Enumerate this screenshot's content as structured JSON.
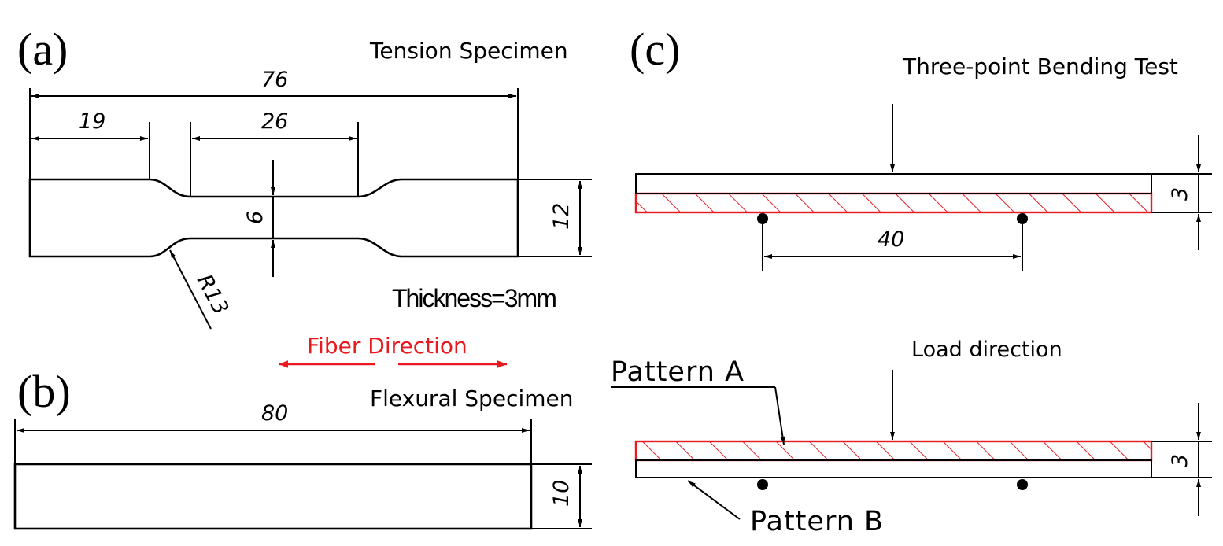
{
  "panels": {
    "a": {
      "label": "(a)",
      "title": "Tension Specimen",
      "dims": {
        "overall": "76",
        "grip": "19",
        "gauge": "26",
        "gauge_width": "6",
        "width": "12",
        "radius": "R13"
      },
      "thickness_note": "Thickness=3mm"
    },
    "b": {
      "label": "(b)",
      "title": "Flexural Specimen",
      "dims": {
        "length": "80",
        "width": "10"
      }
    },
    "fiber": {
      "label": "Fiber Direction",
      "color": "#e8191f"
    },
    "c": {
      "label": "(c)",
      "title": "Three-point Bending  Test",
      "dims": {
        "span": "40",
        "thickness_top": "3",
        "thickness_bottom": "3"
      },
      "load_label": "Load direction",
      "pattern_a": "Pattern A",
      "pattern_b": "Pattern B"
    }
  }
}
